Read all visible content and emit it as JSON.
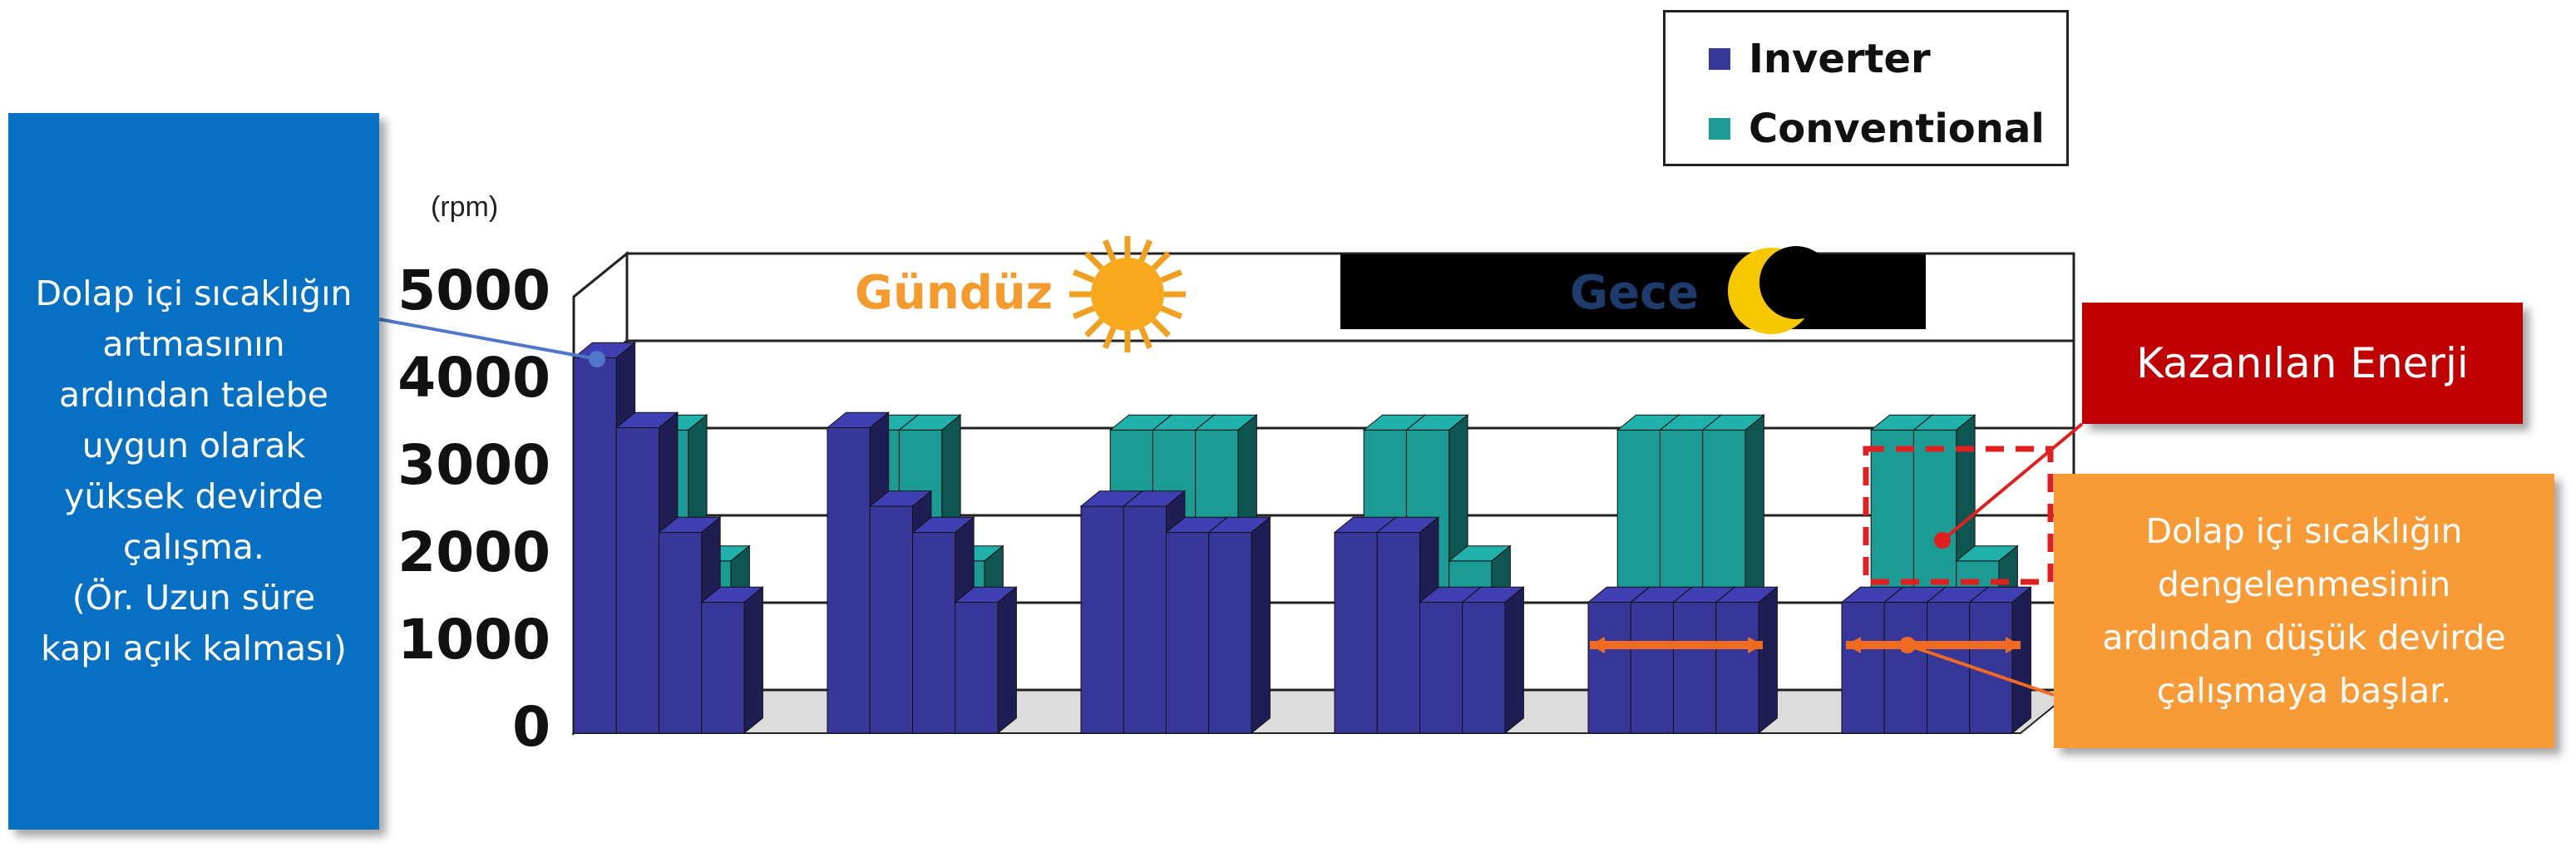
{
  "chart_data": {
    "type": "bar",
    "y_unit": "(rpm)",
    "yticks": [
      "5000",
      "4000",
      "3000",
      "2000",
      "1000",
      "0"
    ],
    "ylim": [
      0,
      5000
    ],
    "series": [
      {
        "name": "Inverter",
        "color": "#37379a",
        "groups": [
          [
            4300,
            3500,
            2300,
            1500
          ],
          [
            3500,
            2600,
            2300,
            1500
          ],
          [
            2600,
            2600,
            2300,
            2300
          ],
          [
            2300,
            2300,
            1500,
            1500
          ],
          [
            1500,
            1500,
            1500,
            1500
          ],
          [
            1500,
            1500,
            1500,
            1500
          ]
        ]
      },
      {
        "name": "Conventional",
        "color": "#1c9b94",
        "groups": [
          [
            3200,
            3200,
            1700,
            0
          ],
          [
            3200,
            3200,
            1700,
            0
          ],
          [
            3200,
            3200,
            3200,
            0
          ],
          [
            3200,
            3200,
            1700,
            0
          ],
          [
            3200,
            3200,
            3200,
            0
          ],
          [
            3200,
            3200,
            1700,
            0
          ]
        ]
      }
    ],
    "grid": true,
    "legend": "top-right"
  },
  "legend": {
    "inverter": "Inverter",
    "conventional": "Conventional"
  },
  "periods": {
    "day": "Gündüz",
    "night": "Gece",
    "day_icon": "sun-icon",
    "night_icon": "moon-icon"
  },
  "annotations": {
    "left": [
      "Dolap içi sıcaklığın",
      "artmasının",
      "ardından talebe",
      "uygun olarak",
      "yüksek devirde",
      "çalışma.",
      "(Ör. Uzun süre",
      "kapı açık kalması)"
    ],
    "saved_energy": "Kazanılan Enerji",
    "right": [
      "Dolap içi sıcaklığın",
      "dengelenmesinin",
      "ardından düşük devirde",
      "çalışmaya başlar."
    ]
  },
  "colors": {
    "blue_box": "#0870c2",
    "red_box": "#c00000",
    "orange_box": "#f89a35",
    "accent_orange": "#f06a22"
  }
}
